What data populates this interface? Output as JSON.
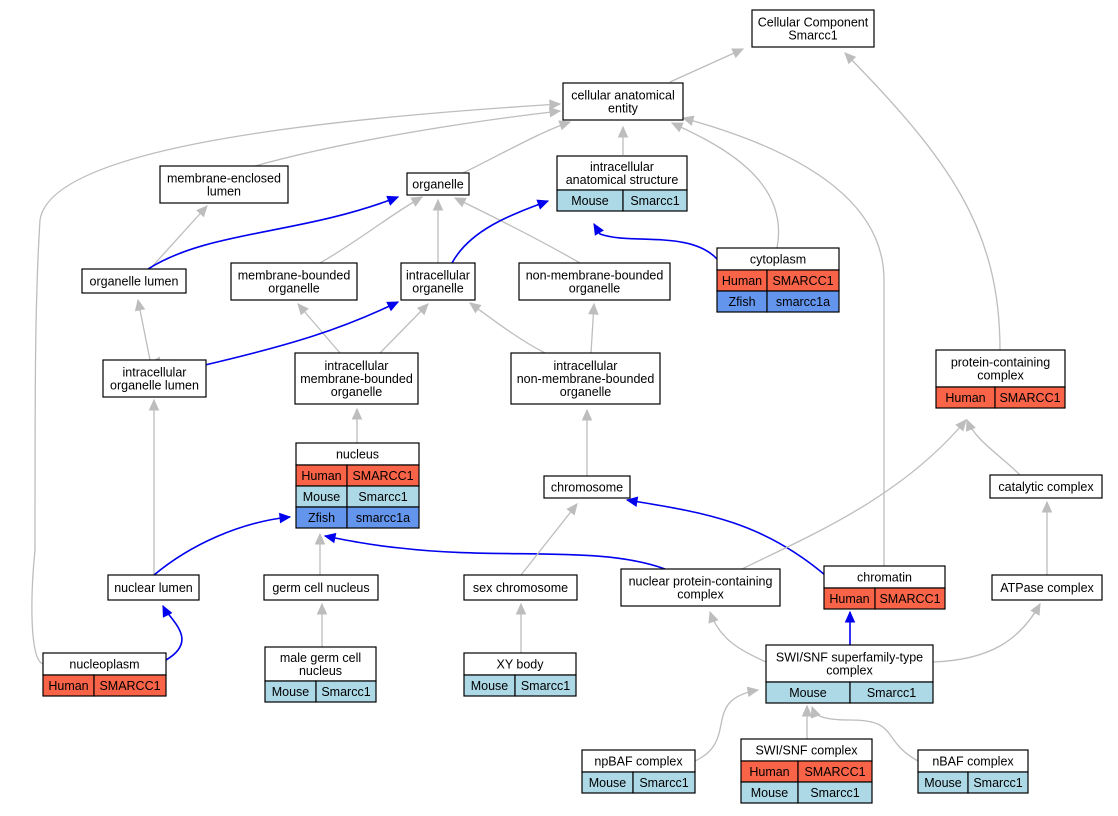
{
  "colors": {
    "human": "#f96449",
    "mouse": "#add8e6",
    "zfish": "#6495ed",
    "edge_grey": "#bdbdbd",
    "edge_blue": "#0000ee"
  },
  "nodes": {
    "cc": {
      "label": [
        "Cellular Component",
        "Smarcc1"
      ]
    },
    "cae": {
      "label": [
        "cellular anatomical",
        "entity"
      ]
    },
    "mel": {
      "label": [
        "membrane-enclosed",
        "lumen"
      ]
    },
    "org": {
      "label": [
        "organelle"
      ]
    },
    "ias": {
      "label": [
        "intracellular",
        "anatomical structure"
      ],
      "rows": [
        [
          "Mouse",
          "Smarcc1"
        ]
      ]
    },
    "cyto": {
      "label": [
        "cytoplasm"
      ],
      "rows": [
        [
          "Human",
          "SMARCC1"
        ],
        [
          "Zfish",
          "smarcc1a"
        ]
      ]
    },
    "orglum": {
      "label": [
        "organelle lumen"
      ]
    },
    "mbo": {
      "label": [
        "membrane-bounded",
        "organelle"
      ]
    },
    "io": {
      "label": [
        "intracellular",
        "organelle"
      ]
    },
    "nmbo": {
      "label": [
        "non-membrane-bounded",
        "organelle"
      ]
    },
    "iol": {
      "label": [
        "intracellular",
        "organelle lumen"
      ]
    },
    "imbo": {
      "label": [
        "intracellular",
        "membrane-bounded",
        "organelle"
      ]
    },
    "inmbo": {
      "label": [
        "intracellular",
        "non-membrane-bounded",
        "organelle"
      ]
    },
    "pcc": {
      "label": [
        "protein-containing",
        "complex"
      ],
      "rows": [
        [
          "Human",
          "SMARCC1"
        ]
      ]
    },
    "nuc": {
      "label": [
        "nucleus"
      ],
      "rows": [
        [
          "Human",
          "SMARCC1"
        ],
        [
          "Mouse",
          "Smarcc1"
        ],
        [
          "Zfish",
          "smarcc1a"
        ]
      ]
    },
    "chromo": {
      "label": [
        "chromosome"
      ]
    },
    "catc": {
      "label": [
        "catalytic complex"
      ]
    },
    "nl": {
      "label": [
        "nuclear lumen"
      ]
    },
    "gcn": {
      "label": [
        "germ cell nucleus"
      ]
    },
    "sexc": {
      "label": [
        "sex chromosome"
      ]
    },
    "npcc": {
      "label": [
        "nuclear protein-containing",
        "complex"
      ]
    },
    "chromat": {
      "label": [
        "chromatin"
      ],
      "rows": [
        [
          "Human",
          "SMARCC1"
        ]
      ]
    },
    "atpc": {
      "label": [
        "ATPase complex"
      ]
    },
    "nplasm": {
      "label": [
        "nucleoplasm"
      ],
      "rows": [
        [
          "Human",
          "SMARCC1"
        ]
      ]
    },
    "mgcn": {
      "label": [
        "male germ cell",
        "nucleus"
      ],
      "rows": [
        [
          "Mouse",
          "Smarcc1"
        ]
      ]
    },
    "xy": {
      "label": [
        "XY body"
      ],
      "rows": [
        [
          "Mouse",
          "Smarcc1"
        ]
      ]
    },
    "swisnf": {
      "label": [
        "SWI/SNF superfamily-type",
        "complex"
      ],
      "rows": [
        [
          "Mouse",
          "Smarcc1"
        ]
      ]
    },
    "npbaf": {
      "label": [
        "npBAF complex"
      ],
      "rows": [
        [
          "Mouse",
          "Smarcc1"
        ]
      ]
    },
    "swisnfc": {
      "label": [
        "SWI/SNF complex"
      ],
      "rows": [
        [
          "Human",
          "SMARCC1"
        ],
        [
          "Mouse",
          "Smarcc1"
        ]
      ]
    },
    "nbaf": {
      "label": [
        "nBAF complex"
      ],
      "rows": [
        [
          "Mouse",
          "Smarcc1"
        ]
      ]
    }
  }
}
